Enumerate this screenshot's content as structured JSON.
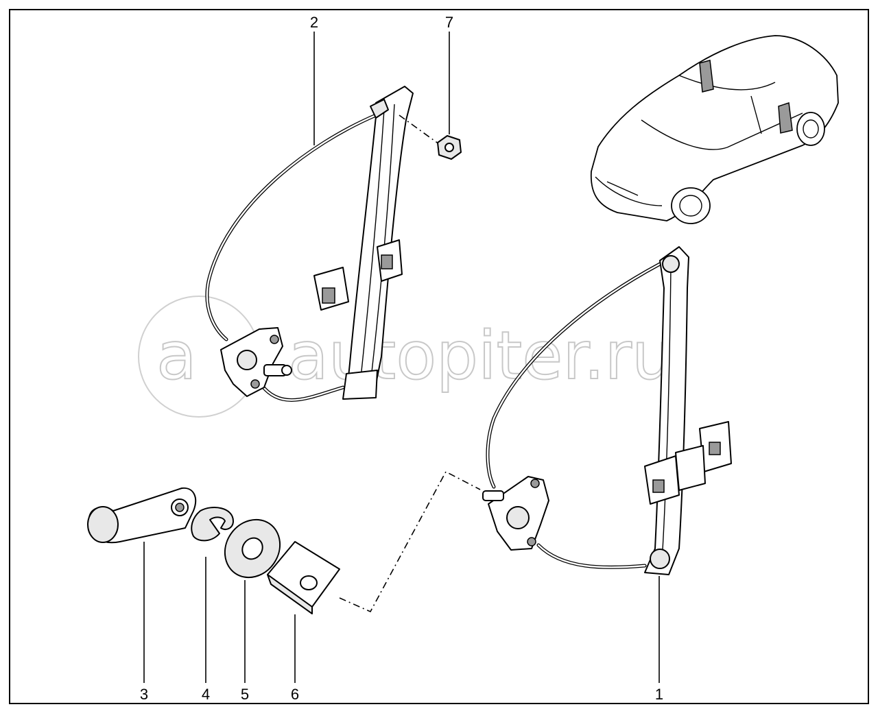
{
  "watermark": {
    "prefix": "a",
    "text": "autopiter.ru"
  },
  "callouts": [
    {
      "id": "1",
      "label": "1"
    },
    {
      "id": "2",
      "label": "2"
    },
    {
      "id": "3",
      "label": "3"
    },
    {
      "id": "4",
      "label": "4"
    },
    {
      "id": "5",
      "label": "5"
    },
    {
      "id": "6",
      "label": "6"
    },
    {
      "id": "7",
      "label": "7"
    }
  ],
  "colors": {
    "line": "#000000",
    "background": "#ffffff",
    "watermark": "#c8c8c8"
  }
}
